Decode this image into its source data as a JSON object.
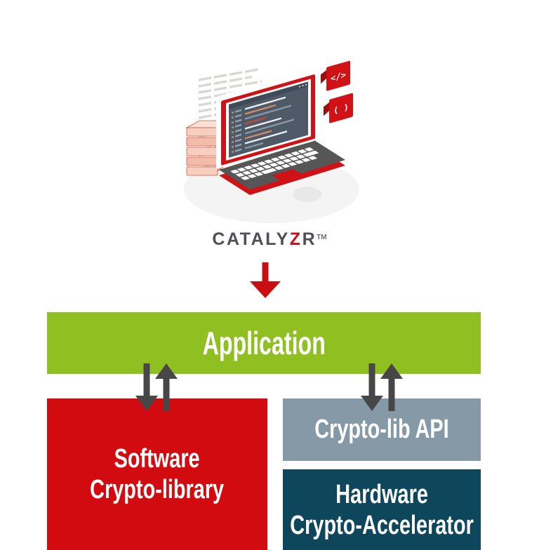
{
  "brand": {
    "prefix": "CATALY",
    "accent_letter": "Z",
    "suffix": "R",
    "trademark": "TM",
    "text_color": "#504e57",
    "accent_color": "#c41016"
  },
  "illustration": {
    "description": "isometric laptop with code screen, paper code lines, stacked books and code tags",
    "code_tag_1": "</>",
    "code_tag_2": "( )",
    "laptop_red": "#d01216",
    "screen_color": "#4e5a68"
  },
  "flow": {
    "top_arrow_color": "#c90f12",
    "exchange_arrow_color": "#474747"
  },
  "boxes": {
    "application": {
      "label": "Application",
      "color": "#90bf22",
      "text_color": "#ffffff"
    },
    "software_library": {
      "line1": "Software",
      "line2": "Crypto-library",
      "color": "#d20b10",
      "text_color": "#ffffff"
    },
    "crypto_lib_api": {
      "label": "Crypto-lib API",
      "color": "#8599a7",
      "text_color": "#ffffff"
    },
    "hardware_accelerator": {
      "line1": "Hardware",
      "line2": "Crypto-Accelerator",
      "color": "#0e465c",
      "text_color": "#ffffff"
    }
  }
}
